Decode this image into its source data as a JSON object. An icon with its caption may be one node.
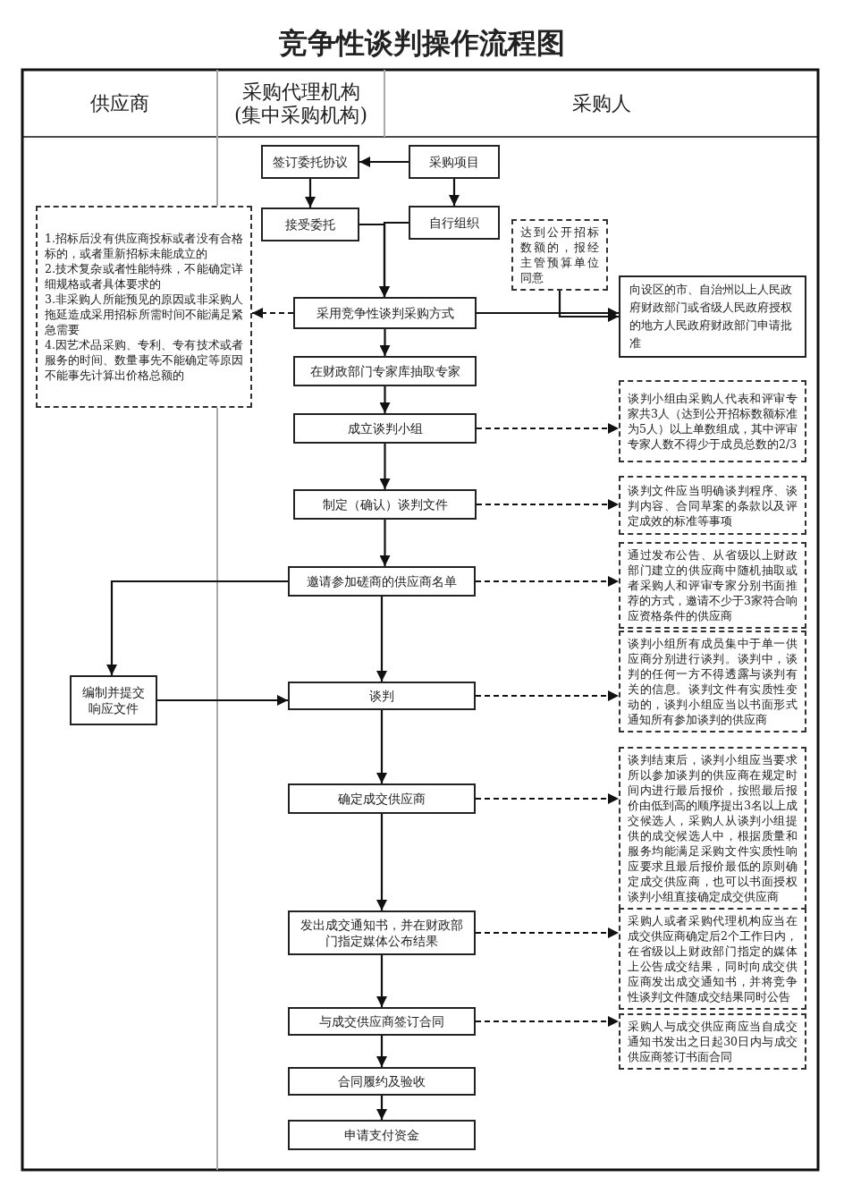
{
  "diagram": {
    "title": "竞争性谈判操作流程图",
    "nodes": [
      {
        "text": [
          "签订委托协议"
        ]
      },
      {
        "text": [
          "采购项目"
        ]
      },
      {
        "text": [
          "接受委托"
        ]
      },
      {
        "text": [
          "自行组织"
        ]
      },
      {
        "text": [
          "1.招标后没有供应商投标或者没有合格标的，或者重新招标未能成立的",
          "2.技术复杂或者性能特殊，不能确定详细规格或者具体要求的",
          "3.非采购人所能预见的原因或非采购人拖延造成采用招标所需时间不能满足紧急需要",
          "4.因艺术品采购、专利、专有技术或者服务的时间、数量事先不能确定等原因不能事先计算出价格总额的"
        ]
      },
      {
        "text": [
          "达到公开招标数额的，报经主管预算单位同意"
        ]
      },
      {
        "text": [
          "采用竞争性谈判采购方式"
        ]
      },
      {
        "text": [
          "向设区的市、自治州以上人民政府财政部门或省级人民政府授权的地方人民政府财政部门申请批准"
        ]
      },
      {
        "text": [
          "在财政部门专家库抽取专家"
        ]
      },
      {
        "text": [
          "成立谈判小组"
        ]
      },
      {
        "text": [
          "谈判小组由采购人代表和评审专家共3人（达到公开招标数额标准为5人）以上单数组成，其中评审专家人数不得少于成员总数的2/3"
        ]
      },
      {
        "text": [
          "制定（确认）谈判文件"
        ]
      },
      {
        "text": [
          "谈判文件应当明确谈判程序、谈判内容、合同草案的条款以及评定成效的标准等事项"
        ]
      },
      {
        "text": [
          "邀请参加磋商的供应商名单"
        ]
      },
      {
        "text": [
          "通过发布公告、从省级以上财政部门建立的供应商中随机抽取或者采购人和评审专家分别书面推荐的方式，邀请不少于3家符合响应资格条件的供应商"
        ]
      },
      {
        "text": [
          "编制并提交响应文件"
        ]
      },
      {
        "text": [
          "谈判"
        ]
      },
      {
        "text": [
          "谈判小组所有成员集中于单一供应商分别进行谈判。谈判中，谈判的任何一方不得透露与谈判有关的信息。谈判文件有实质性变动的，谈判小组应当以书面形式通知所有参加谈判的供应商"
        ]
      },
      {
        "text": [
          "确定成交供应商"
        ]
      },
      {
        "text": [
          "谈判结束后，谈判小组应当要求所以参加谈判的供应商在规定时间内进行最后报价，按照最后报价由低到高的顺序提出3名以上成交候选人，采购人从谈判小组提供的成交候选人中，根据质量和服务均能满足采购文件实质性响应要求且最后报价最低的原则确定成交供应商，也可以书面授权谈判小组直接确定成交供应商"
        ]
      },
      {
        "text": [
          "发出成交通知书，并在财政部门指定媒体公布结果"
        ]
      },
      {
        "text": [
          "采购人或者采购代理机构应当在成交供应商确定后2个工作日内，在省级以上财政部门指定的媒体上公告成交结果，同时向成交供应商发出成交通知书，并将竞争性谈判文件随成交结果同时公告"
        ]
      },
      {
        "text": [
          "与成交供应商签订合同"
        ]
      },
      {
        "text": [
          "采购人与成交供应商应当自成交通知书发出之日起30日内与成交供应商签订书面合同"
        ]
      },
      {
        "text": [
          "合同履约及验收"
        ]
      },
      {
        "text": [
          "申请支付资金"
        ]
      }
    ],
    "edges": [
      {
        "from": 1,
        "to": 0,
        "arrow": "to"
      },
      {
        "from": 0,
        "to": 2,
        "arrow": "to"
      },
      {
        "from": 1,
        "to": 3,
        "arrow": "to"
      },
      {
        "from": 2,
        "to": 6,
        "arrow": "to"
      },
      {
        "from": 3,
        "to": 6,
        "arrow": "to"
      },
      {
        "from": 6,
        "to": 4,
        "arrow": "to",
        "style": "dashed"
      },
      {
        "from": 6,
        "to": 7,
        "arrow": "to"
      },
      {
        "from": 5,
        "to": 7,
        "arrow": "to"
      },
      {
        "from": 6,
        "to": 8,
        "arrow": "to"
      },
      {
        "from": 8,
        "to": 9,
        "arrow": "to"
      },
      {
        "from": 9,
        "to": 10,
        "arrow": "to",
        "style": "dashed"
      },
      {
        "from": 9,
        "to": 11,
        "arrow": "to"
      },
      {
        "from": 11,
        "to": 12,
        "arrow": "to",
        "style": "dashed"
      },
      {
        "from": 11,
        "to": 13,
        "arrow": "to"
      },
      {
        "from": 13,
        "to": 14,
        "arrow": "to",
        "style": "dashed"
      },
      {
        "from": 13,
        "to": 15,
        "arrow": "to"
      },
      {
        "from": 13,
        "to": 16,
        "arrow": "to"
      },
      {
        "from": 15,
        "to": 16,
        "arrow": "to"
      },
      {
        "from": 16,
        "to": 17,
        "arrow": "to",
        "style": "dashed"
      },
      {
        "from": 16,
        "to": 18,
        "arrow": "to"
      },
      {
        "from": 18,
        "to": 19,
        "arrow": "to",
        "style": "dashed"
      },
      {
        "from": 18,
        "to": 20,
        "arrow": "to"
      },
      {
        "from": 20,
        "to": 21,
        "arrow": "to",
        "style": "dashed"
      },
      {
        "from": 20,
        "to": 22,
        "arrow": "to"
      },
      {
        "from": 22,
        "to": 23,
        "arrow": "to",
        "style": "dashed"
      },
      {
        "from": 22,
        "to": 24,
        "arrow": "to"
      },
      {
        "from": 24,
        "to": 25,
        "arrow": "to"
      }
    ],
    "labels": [
      "供应商",
      "采购代理机构(集中采购机构)",
      "采购人"
    ]
  }
}
